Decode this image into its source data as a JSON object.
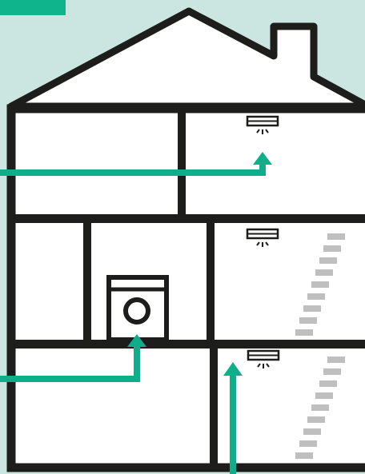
{
  "colors": {
    "background": "#cbe6e0",
    "outline": "#1d1d1b",
    "wall_fill": "#ffffff",
    "accent_green": "#0fae8a",
    "tab_green": "#10b48c",
    "stair_grey": "#bfbfbf"
  },
  "icons": {
    "corner_tab": "green-tab",
    "smoke_alarm": "smoke-alarm-icon",
    "appliance": "washing-machine-icon",
    "stairs": "staircase"
  },
  "house": {
    "floors": 3,
    "smoke_alarms": [
      "top-floor-landing",
      "middle-floor-landing",
      "ground-floor-hallway"
    ],
    "arrows": [
      "top-floor-arrow",
      "middle-floor-arrow",
      "ground-floor-arrow"
    ]
  }
}
